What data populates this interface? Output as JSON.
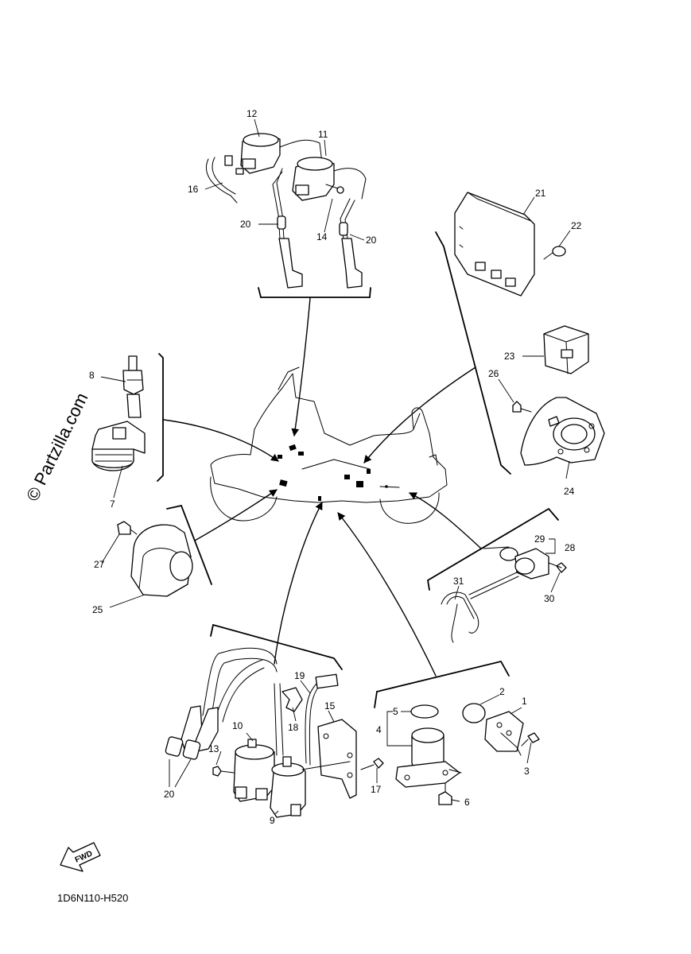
{
  "diagram": {
    "code": "1D6N110-H520",
    "watermark": "© Partzilla.com",
    "fwd_label": "FWD",
    "callouts": {
      "c1": "1",
      "c2": "2",
      "c3": "3",
      "c4": "4",
      "c5": "5",
      "c6": "6",
      "c7": "7",
      "c8": "8",
      "c9": "9",
      "c10": "10",
      "c11": "11",
      "c12": "12",
      "c13": "13",
      "c14": "14",
      "c15": "15",
      "c16": "16",
      "c17": "17",
      "c18": "18",
      "c19": "19",
      "c20a": "20",
      "c20b": "20",
      "c20c": "20",
      "c21": "21",
      "c22": "22",
      "c23": "23",
      "c24": "24",
      "c25": "25",
      "c26": "26",
      "c27": "27",
      "c28": "28",
      "c29": "29",
      "c30": "30",
      "c31": "31"
    }
  }
}
